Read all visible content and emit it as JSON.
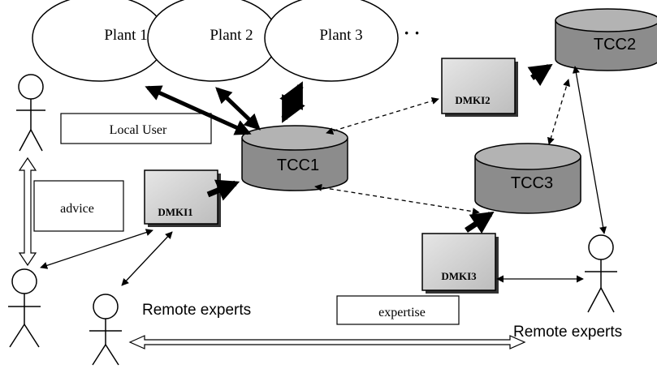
{
  "plants": [
    {
      "label": "Plant 1"
    },
    {
      "label": "Plant 2"
    },
    {
      "label": "Plant 3"
    }
  ],
  "plants_more": "· ·",
  "databases": {
    "tcc1": "TCC1",
    "tcc2": "TCC2",
    "tcc3": "TCC3"
  },
  "modules": {
    "dmki1": "DMKI1",
    "dmki2": "DMKI2",
    "dmki3": "DMKI3"
  },
  "labels": {
    "local_user": "Local User",
    "advice": "advice",
    "expertise": "expertise",
    "remote_experts_center": "Remote experts",
    "remote_experts_right": "Remote experts"
  },
  "colors": {
    "cylinder_fill": "#8c8c8c",
    "cylinder_top": "#b3b3b3",
    "module_fill": "#d2d2d2",
    "line": "#000000"
  }
}
